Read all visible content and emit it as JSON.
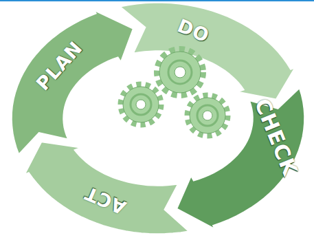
{
  "diagram": {
    "nodes": [
      {
        "text": [
          "PLAN"
        ]
      },
      {
        "text": [
          "DO"
        ]
      },
      {
        "text": [
          "CHECK"
        ]
      },
      {
        "text": [
          "ACT"
        ]
      }
    ]
  }
}
